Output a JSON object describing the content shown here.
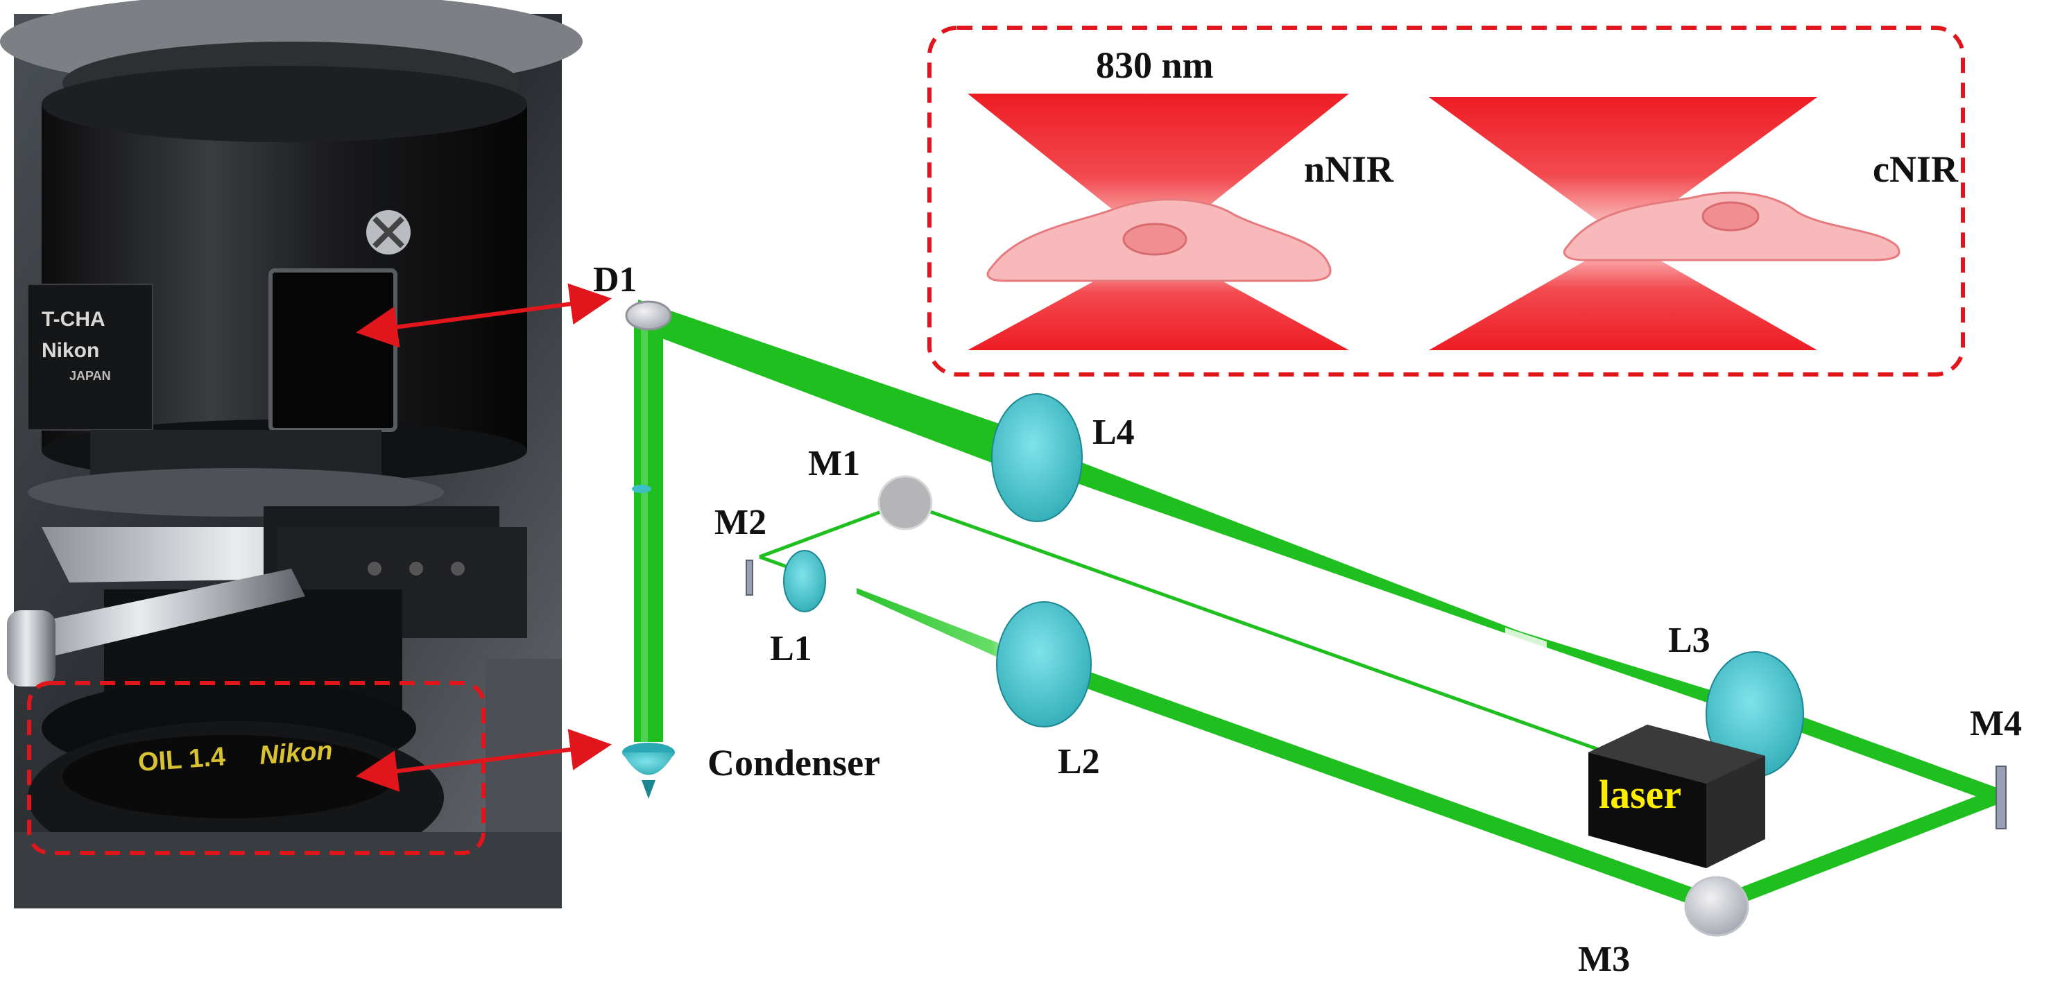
{
  "photo": {
    "module_label_line1": "T-CHA",
    "module_label_line2": "Nikon",
    "module_label_line3": "JAPAN",
    "condenser_ring_text": "OIL 1.4",
    "condenser_ring_brand": "Nikon"
  },
  "inset": {
    "wavelength": "830 nm",
    "left_mode": "nNIR",
    "right_mode": "cNIR"
  },
  "labels": {
    "d1": "D1",
    "condenser": "Condenser",
    "m1": "M1",
    "m2": "M2",
    "m3": "M3",
    "m4": "M4",
    "l1": "L1",
    "l2": "L2",
    "l3": "L3",
    "l4": "L4",
    "laser": "laser"
  },
  "colors": {
    "beam": "#1fbf1f",
    "lens": "#3dbfc8",
    "dashed_box": "#e0161c",
    "arrow": "#e0161c",
    "focus_red": "#ee1c24",
    "laser_text": "#ffee00"
  }
}
